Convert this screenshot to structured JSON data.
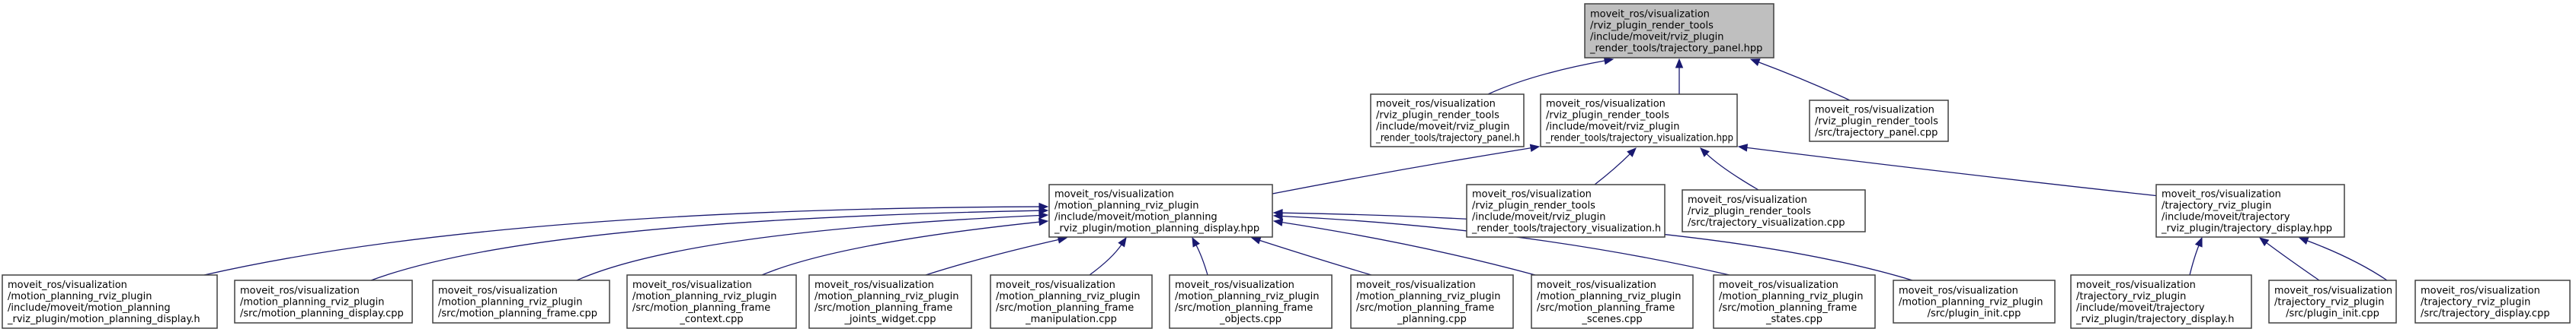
{
  "diagram": {
    "type": "include-dependency-graph",
    "colors": {
      "edge": "#191970",
      "root_fill": "#bfbfbf",
      "node_fill": "#ffffff",
      "node_border": "#404040"
    },
    "nodes": [
      {
        "id": "root",
        "highlighted": true,
        "lines": [
          "moveit_ros/visualization",
          "/rviz_plugin_render_tools",
          "/include/moveit/rviz_plugin",
          "_render_tools/trajectory_panel.hpp"
        ]
      },
      {
        "id": "panel_h",
        "lines": [
          "moveit_ros/visualization",
          "/rviz_plugin_render_tools",
          "/include/moveit/rviz_plugin",
          "_render_tools/trajectory_panel.h"
        ]
      },
      {
        "id": "traj_vis_hpp",
        "lines": [
          "moveit_ros/visualization",
          "/rviz_plugin_render_tools",
          "/include/moveit/rviz_plugin",
          "_render_tools/trajectory_visualization.hpp"
        ]
      },
      {
        "id": "panel_cpp",
        "lines": [
          "moveit_ros/visualization",
          "/rviz_plugin_render_tools",
          "/src/trajectory_panel.cpp"
        ]
      },
      {
        "id": "mp_display_hpp",
        "lines": [
          "moveit_ros/visualization",
          "/motion_planning_rviz_plugin",
          "/include/moveit/motion_planning",
          "_rviz_plugin/motion_planning_display.hpp"
        ]
      },
      {
        "id": "traj_vis_h",
        "lines": [
          "moveit_ros/visualization",
          "/rviz_plugin_render_tools",
          "/include/moveit/rviz_plugin",
          "_render_tools/trajectory_visualization.h"
        ]
      },
      {
        "id": "traj_vis_cpp",
        "lines": [
          "moveit_ros/visualization",
          "/rviz_plugin_render_tools",
          "/src/trajectory_visualization.cpp"
        ]
      },
      {
        "id": "traj_display_hpp",
        "lines": [
          "moveit_ros/visualization",
          "/trajectory_rviz_plugin",
          "/include/moveit/trajectory",
          "_rviz_plugin/trajectory_display.hpp"
        ]
      },
      {
        "id": "mp_display_h",
        "lines": [
          "moveit_ros/visualization",
          "/motion_planning_rviz_plugin",
          "/include/moveit/motion_planning",
          "_rviz_plugin/motion_planning_display.h"
        ]
      },
      {
        "id": "mp_display_cpp",
        "lines": [
          "moveit_ros/visualization",
          "/motion_planning_rviz_plugin",
          "/src/motion_planning_display.cpp"
        ]
      },
      {
        "id": "mp_frame_cpp",
        "lines": [
          "moveit_ros/visualization",
          "/motion_planning_rviz_plugin",
          "/src/motion_planning_frame.cpp"
        ]
      },
      {
        "id": "mp_frame_context",
        "lines": [
          "moveit_ros/visualization",
          "/motion_planning_rviz_plugin",
          "/src/motion_planning_frame",
          "_context.cpp"
        ]
      },
      {
        "id": "mp_frame_joints",
        "lines": [
          "moveit_ros/visualization",
          "/motion_planning_rviz_plugin",
          "/src/motion_planning_frame",
          "_joints_widget.cpp"
        ]
      },
      {
        "id": "mp_frame_manip",
        "lines": [
          "moveit_ros/visualization",
          "/motion_planning_rviz_plugin",
          "/src/motion_planning_frame",
          "_manipulation.cpp"
        ]
      },
      {
        "id": "mp_frame_objects",
        "lines": [
          "moveit_ros/visualization",
          "/motion_planning_rviz_plugin",
          "/src/motion_planning_frame",
          "_objects.cpp"
        ]
      },
      {
        "id": "mp_frame_planning",
        "lines": [
          "moveit_ros/visualization",
          "/motion_planning_rviz_plugin",
          "/src/motion_planning_frame",
          "_planning.cpp"
        ]
      },
      {
        "id": "mp_frame_scenes",
        "lines": [
          "moveit_ros/visualization",
          "/motion_planning_rviz_plugin",
          "/src/motion_planning_frame",
          "_scenes.cpp"
        ]
      },
      {
        "id": "mp_frame_states",
        "lines": [
          "moveit_ros/visualization",
          "/motion_planning_rviz_plugin",
          "/src/motion_planning_frame",
          "_states.cpp"
        ]
      },
      {
        "id": "mp_plugin_init",
        "lines": [
          "moveit_ros/visualization",
          "/motion_planning_rviz_plugin",
          "/src/plugin_init.cpp"
        ]
      },
      {
        "id": "traj_display_h",
        "lines": [
          "moveit_ros/visualization",
          "/trajectory_rviz_plugin",
          "/include/moveit/trajectory",
          "_rviz_plugin/trajectory_display.h"
        ]
      },
      {
        "id": "traj_plugin_init",
        "lines": [
          "moveit_ros/visualization",
          "/trajectory_rviz_plugin",
          "/src/plugin_init.cpp"
        ]
      },
      {
        "id": "traj_display_cpp",
        "lines": [
          "moveit_ros/visualization",
          "/trajectory_rviz_plugin",
          "/src/trajectory_display.cpp"
        ]
      }
    ],
    "edges": [
      {
        "from": "panel_h",
        "to": "root"
      },
      {
        "from": "traj_vis_hpp",
        "to": "root"
      },
      {
        "from": "panel_cpp",
        "to": "root"
      },
      {
        "from": "mp_display_hpp",
        "to": "traj_vis_hpp"
      },
      {
        "from": "traj_vis_h",
        "to": "traj_vis_hpp"
      },
      {
        "from": "traj_vis_cpp",
        "to": "traj_vis_hpp"
      },
      {
        "from": "traj_display_hpp",
        "to": "traj_vis_hpp"
      },
      {
        "from": "mp_display_h",
        "to": "mp_display_hpp"
      },
      {
        "from": "mp_display_cpp",
        "to": "mp_display_hpp"
      },
      {
        "from": "mp_frame_cpp",
        "to": "mp_display_hpp"
      },
      {
        "from": "mp_frame_context",
        "to": "mp_display_hpp"
      },
      {
        "from": "mp_frame_joints",
        "to": "mp_display_hpp"
      },
      {
        "from": "mp_frame_manip",
        "to": "mp_display_hpp"
      },
      {
        "from": "mp_frame_objects",
        "to": "mp_display_hpp"
      },
      {
        "from": "mp_frame_planning",
        "to": "mp_display_hpp"
      },
      {
        "from": "mp_frame_scenes",
        "to": "mp_display_hpp"
      },
      {
        "from": "mp_frame_states",
        "to": "mp_display_hpp"
      },
      {
        "from": "mp_plugin_init",
        "to": "mp_display_hpp"
      },
      {
        "from": "traj_display_h",
        "to": "traj_display_hpp"
      },
      {
        "from": "traj_plugin_init",
        "to": "traj_display_hpp"
      },
      {
        "from": "traj_display_cpp",
        "to": "traj_display_hpp"
      }
    ]
  }
}
